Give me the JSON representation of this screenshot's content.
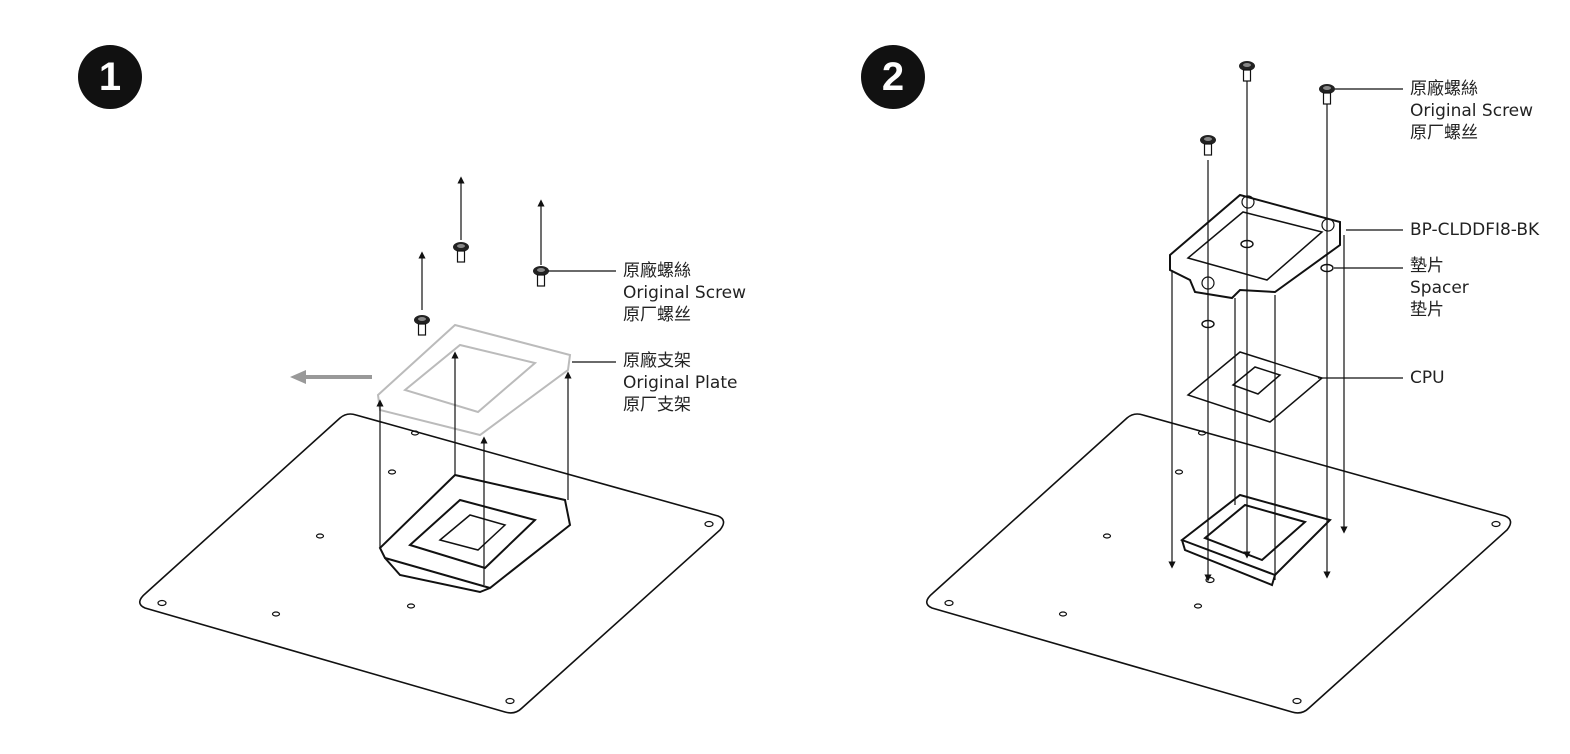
{
  "steps": [
    {
      "number": "1",
      "labels": {
        "screw": [
          "原廠螺絲",
          "Original Screw",
          "原厂螺丝"
        ],
        "plate": [
          "原廠支架",
          "Original Plate",
          "原厂支架"
        ]
      }
    },
    {
      "number": "2",
      "labels": {
        "screw": [
          "原廠螺絲",
          "Original Screw",
          "原厂螺丝"
        ],
        "bracket": "BP-CLDDFI8-BK",
        "spacer": [
          "墊片",
          "Spacer",
          "垫片"
        ],
        "cpu": "CPU"
      }
    }
  ],
  "colors": {
    "line": "#111111",
    "faded": "#aaaaaa",
    "badge": "#111111"
  }
}
